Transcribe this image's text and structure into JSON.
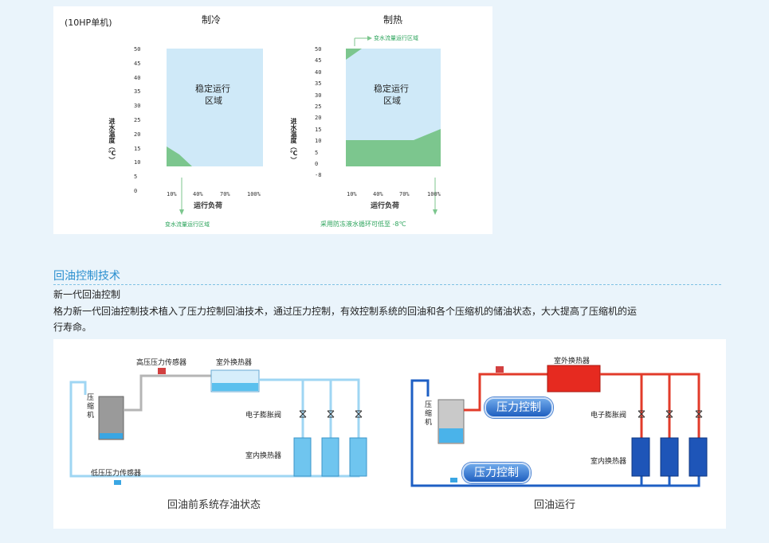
{
  "op_range": {
    "unit_note": "(10HP单机)",
    "cooling": {
      "title": "制冷",
      "y_label": "进水温度（℃）",
      "y_ticks": [
        "50",
        "45",
        "40",
        "35",
        "30",
        "25",
        "20",
        "15",
        "10",
        "5",
        "0"
      ],
      "x_ticks": [
        "10%",
        "40%",
        "70%",
        "100%"
      ],
      "x_label": "运行负荷",
      "region_label_1": "稳定运行",
      "region_label_2": "区域",
      "annotation": "变水流量运行区域"
    },
    "heating": {
      "title": "制热",
      "y_label": "进水温度（℃）",
      "y_ticks": [
        "50",
        "45",
        "40",
        "35",
        "30",
        "25",
        "20",
        "15",
        "10",
        "5",
        "0",
        "-8"
      ],
      "x_ticks": [
        "10%",
        "40%",
        "70%",
        "100%"
      ],
      "x_label": "运行负荷",
      "region_label_1": "稳定运行",
      "region_label_2": "区域",
      "annotation_top": "变水流量运行区域",
      "annotation_bottom": "采用防冻液水循环可低至 -8℃"
    }
  },
  "oil_section": {
    "heading": "回油控制技术",
    "subheading": "新一代回油控制",
    "paragraph_line1": "格力新一代回油控制技术植入了压力控制回油技术，通过压力控制，有效控制系统的回油和各个压缩机的储油状态，大大提高了压缩机的运",
    "paragraph_line2": "行寿命。"
  },
  "diagram_before": {
    "high_sensor": "高压压力传感器",
    "outdoor_hx": "室外换热器",
    "compressor": [
      "压",
      "缩",
      "机"
    ],
    "expansion_valve": "电子膨胀阀",
    "indoor_hx": "室内换热器",
    "low_sensor": "低压压力传感器",
    "caption": "回油前系统存油状态"
  },
  "diagram_after": {
    "outdoor_hx": "室外换热器",
    "compressor": [
      "压",
      "缩",
      "机"
    ],
    "pressure_ctrl_1": "压力控制",
    "pressure_ctrl_2": "压力控制",
    "expansion_valve": "电子膨胀阀",
    "indoor_hx": "室内换热器",
    "caption": "回油运行"
  },
  "colors": {
    "stable_region": "#cfe9f8",
    "variable_region": "#7cc68e",
    "pipe_gray": "#b5b5b5",
    "pipe_light_blue": "#9fd6f3",
    "pipe_red": "#e23b2a",
    "pipe_blue": "#1e5fc4",
    "heading_blue": "#2b8fcf"
  }
}
